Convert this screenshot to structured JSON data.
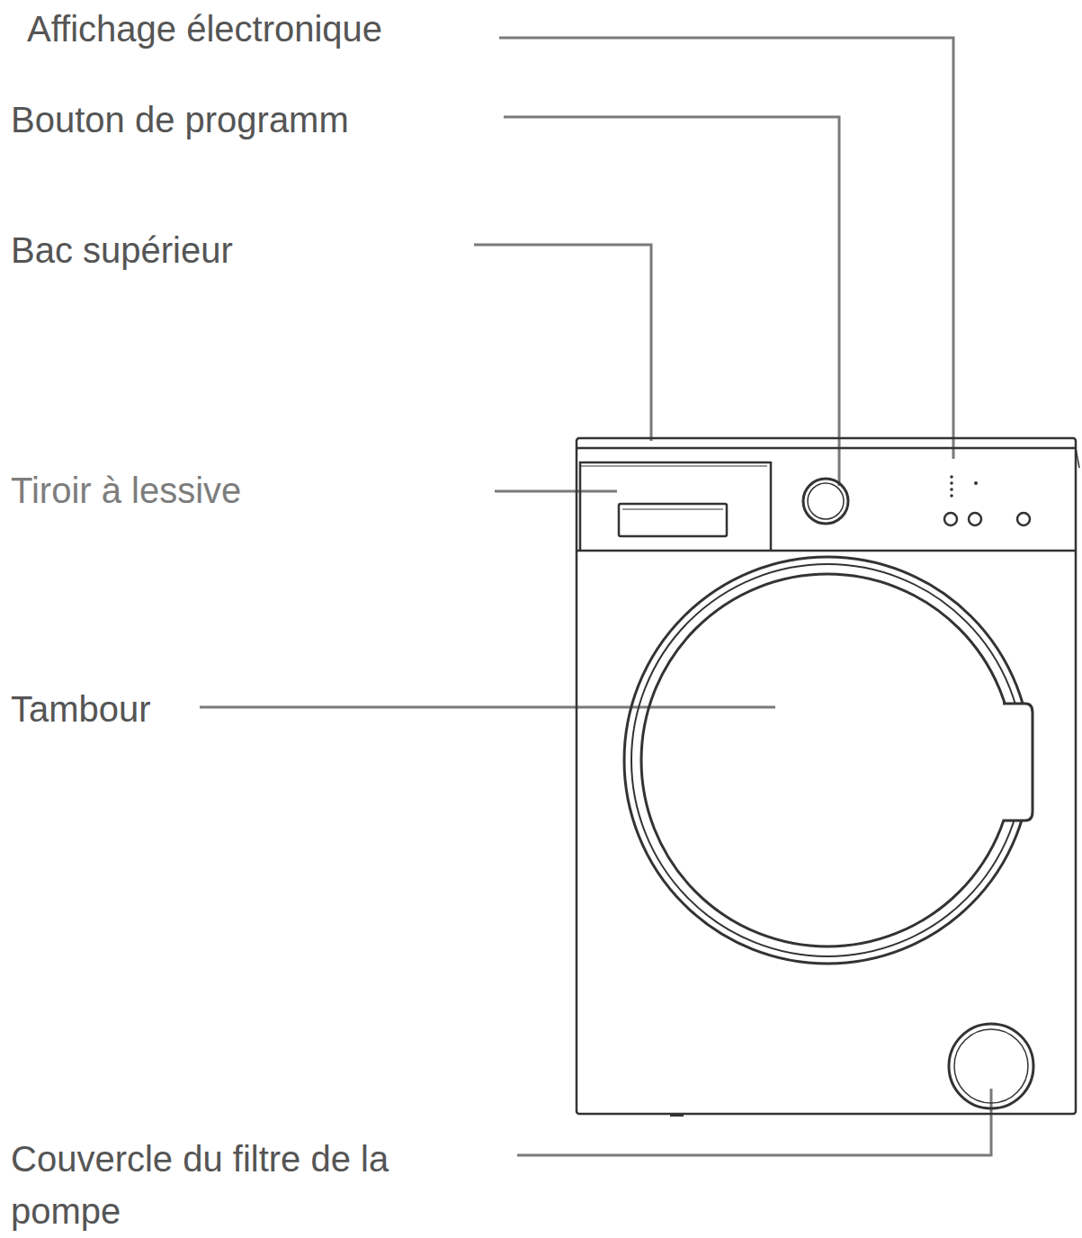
{
  "diagram": {
    "labels": [
      "Affichage électronique",
      "Bouton de programm",
      "Bac supérieur",
      "Tiroir à lessive",
      "Tambour",
      "Couvercle du filtre de la pompe"
    ]
  }
}
